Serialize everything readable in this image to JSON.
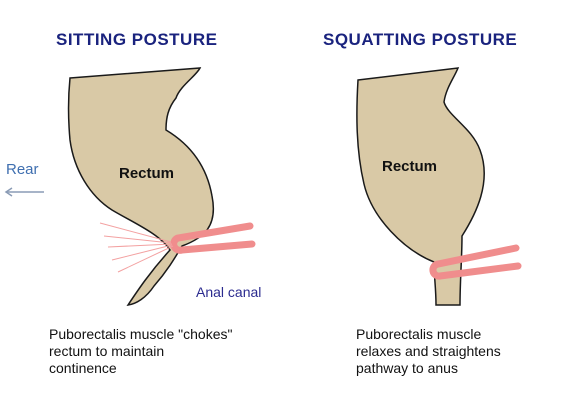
{
  "titles": {
    "sitting": "SITTING POSTURE",
    "squatting": "SQUATTING POSTURE"
  },
  "labels": {
    "rectum_left": "Rectum",
    "rectum_right": "Rectum",
    "rear": "Rear",
    "anal_canal": "Anal canal"
  },
  "captions": {
    "sitting": [
      "Puborectalis muscle \"chokes\"",
      "rectum to maintain",
      "continence"
    ],
    "squatting": [
      "Puborectalis muscle",
      "relaxes and straightens",
      "pathway to anus"
    ]
  },
  "colors": {
    "organ_fill": "#d9c9a6",
    "organ_stroke": "#1a1a1a",
    "muscle": "#f08d8d",
    "title": "#1a237e",
    "rear_arrow": "#8a9bb5"
  }
}
